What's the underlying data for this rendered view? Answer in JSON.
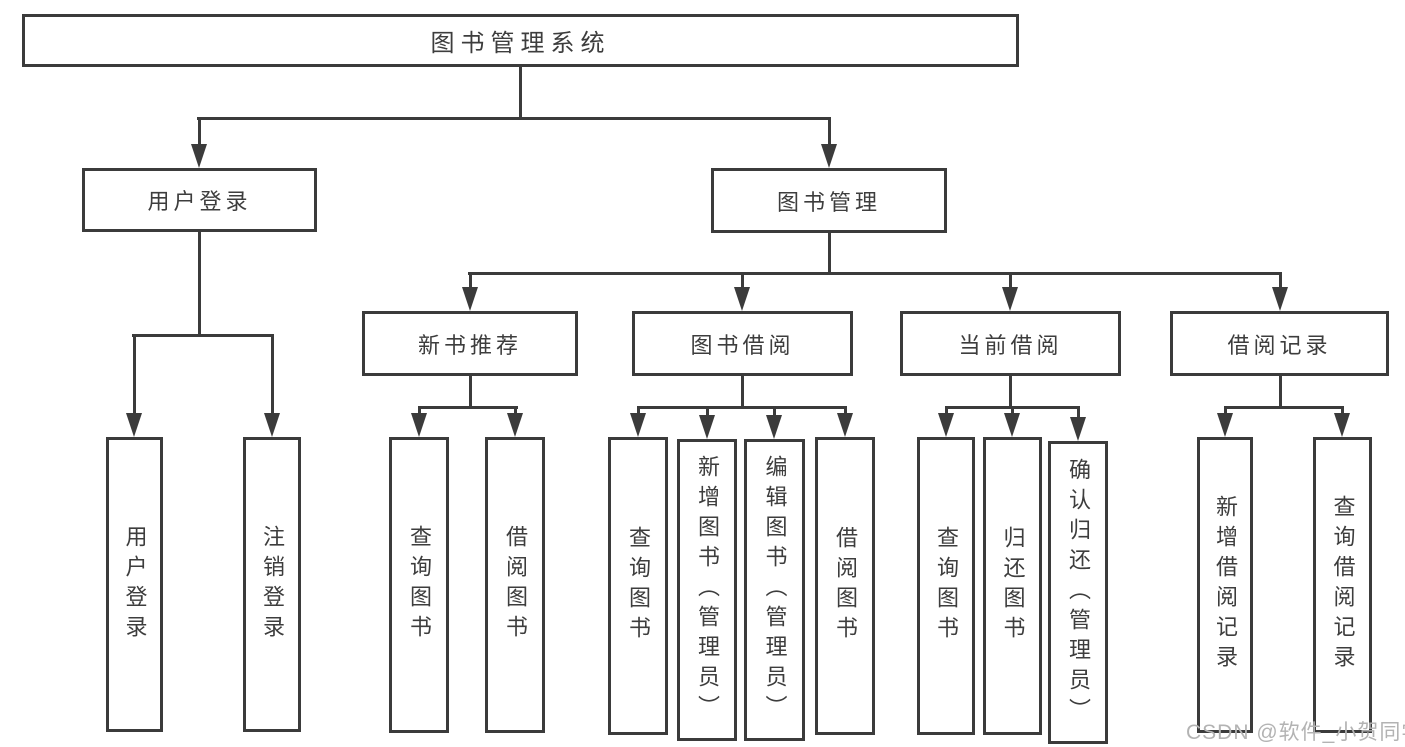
{
  "diagram_type": "hierarchy-tree",
  "tree": {
    "label": "图书管理系统",
    "children": [
      {
        "label": "用户登录",
        "children": [
          {
            "label": "用户登录"
          },
          {
            "label": "注销登录"
          }
        ]
      },
      {
        "label": "图书管理",
        "children": [
          {
            "label": "新书推荐",
            "children": [
              {
                "label": "查询图书"
              },
              {
                "label": "借阅图书"
              }
            ]
          },
          {
            "label": "图书借阅",
            "children": [
              {
                "label": "查询图书"
              },
              {
                "label": "新增图书（管理员）"
              },
              {
                "label": "编辑图书（管理员）"
              },
              {
                "label": "借阅图书"
              }
            ]
          },
          {
            "label": "当前借阅",
            "children": [
              {
                "label": "查询图书"
              },
              {
                "label": "归还图书"
              },
              {
                "label": "确认归还（管理员）"
              }
            ]
          },
          {
            "label": "借阅记录",
            "children": [
              {
                "label": "新增借阅记录"
              },
              {
                "label": "查询借阅记录"
              }
            ]
          }
        ]
      }
    ]
  },
  "watermark": {
    "text": "CSDN @软件_小贺同学"
  },
  "colors": {
    "line": "#3b3b3b",
    "text": "#3d3d3d",
    "background": "#ffffff",
    "watermark": "#b3b3b3"
  }
}
